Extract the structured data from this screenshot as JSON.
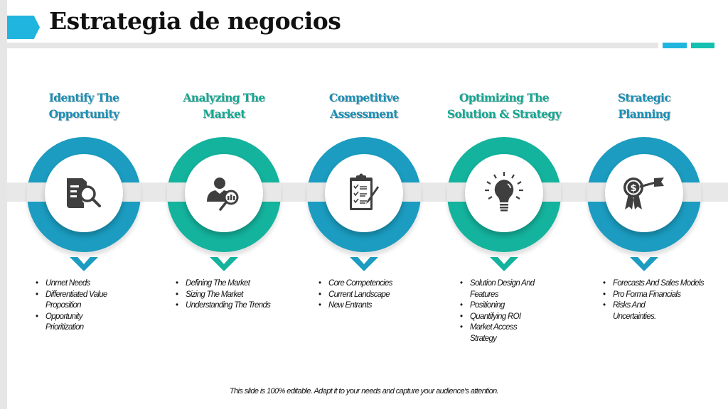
{
  "slide": {
    "title": "Estrategia de negocios",
    "footer": "This slide is 100% editable.  Adapt it to your needs and capture your audience's attention.",
    "colors": {
      "blue": "#1b9cc0",
      "teal": "#14b39d",
      "title_marker": "#1fb5de",
      "accent_teal": "#14c0b0",
      "band_gray": "#e8e8e8"
    }
  },
  "steps": [
    {
      "title_line1": "Identify The",
      "title_line2": "Opportunity",
      "color": "blue",
      "icon": "document-search-icon",
      "bullets": [
        "Unmet Needs",
        "Differentiated Value Proposition",
        "Opportunity Prioritization"
      ]
    },
    {
      "title_line1": "Analyzing The",
      "title_line2": "Market",
      "color": "teal",
      "icon": "person-magnifier-icon",
      "bullets": [
        "Defining The Market",
        "Sizing The Market",
        "Understanding The Trends"
      ]
    },
    {
      "title_line1": "Competitive",
      "title_line2": "Assessment",
      "color": "blue",
      "icon": "clipboard-checklist-icon",
      "bullets": [
        "Core Competencies",
        "Current Landscape",
        "New Entrants"
      ]
    },
    {
      "title_line1": "Optimizing The",
      "title_line2": "Solution & Strategy",
      "color": "teal",
      "icon": "lightbulb-icon",
      "bullets": [
        "Solution Design And Features",
        "Positioning",
        "Quantifying ROI",
        "Market Access Strategy"
      ]
    },
    {
      "title_line1": "Strategic",
      "title_line2": "Planning",
      "color": "blue",
      "icon": "dollar-target-icon",
      "bullets": [
        "Forecasts And Sales Models",
        "Pro Forma Financials",
        "Risks And Uncertainties."
      ]
    }
  ]
}
